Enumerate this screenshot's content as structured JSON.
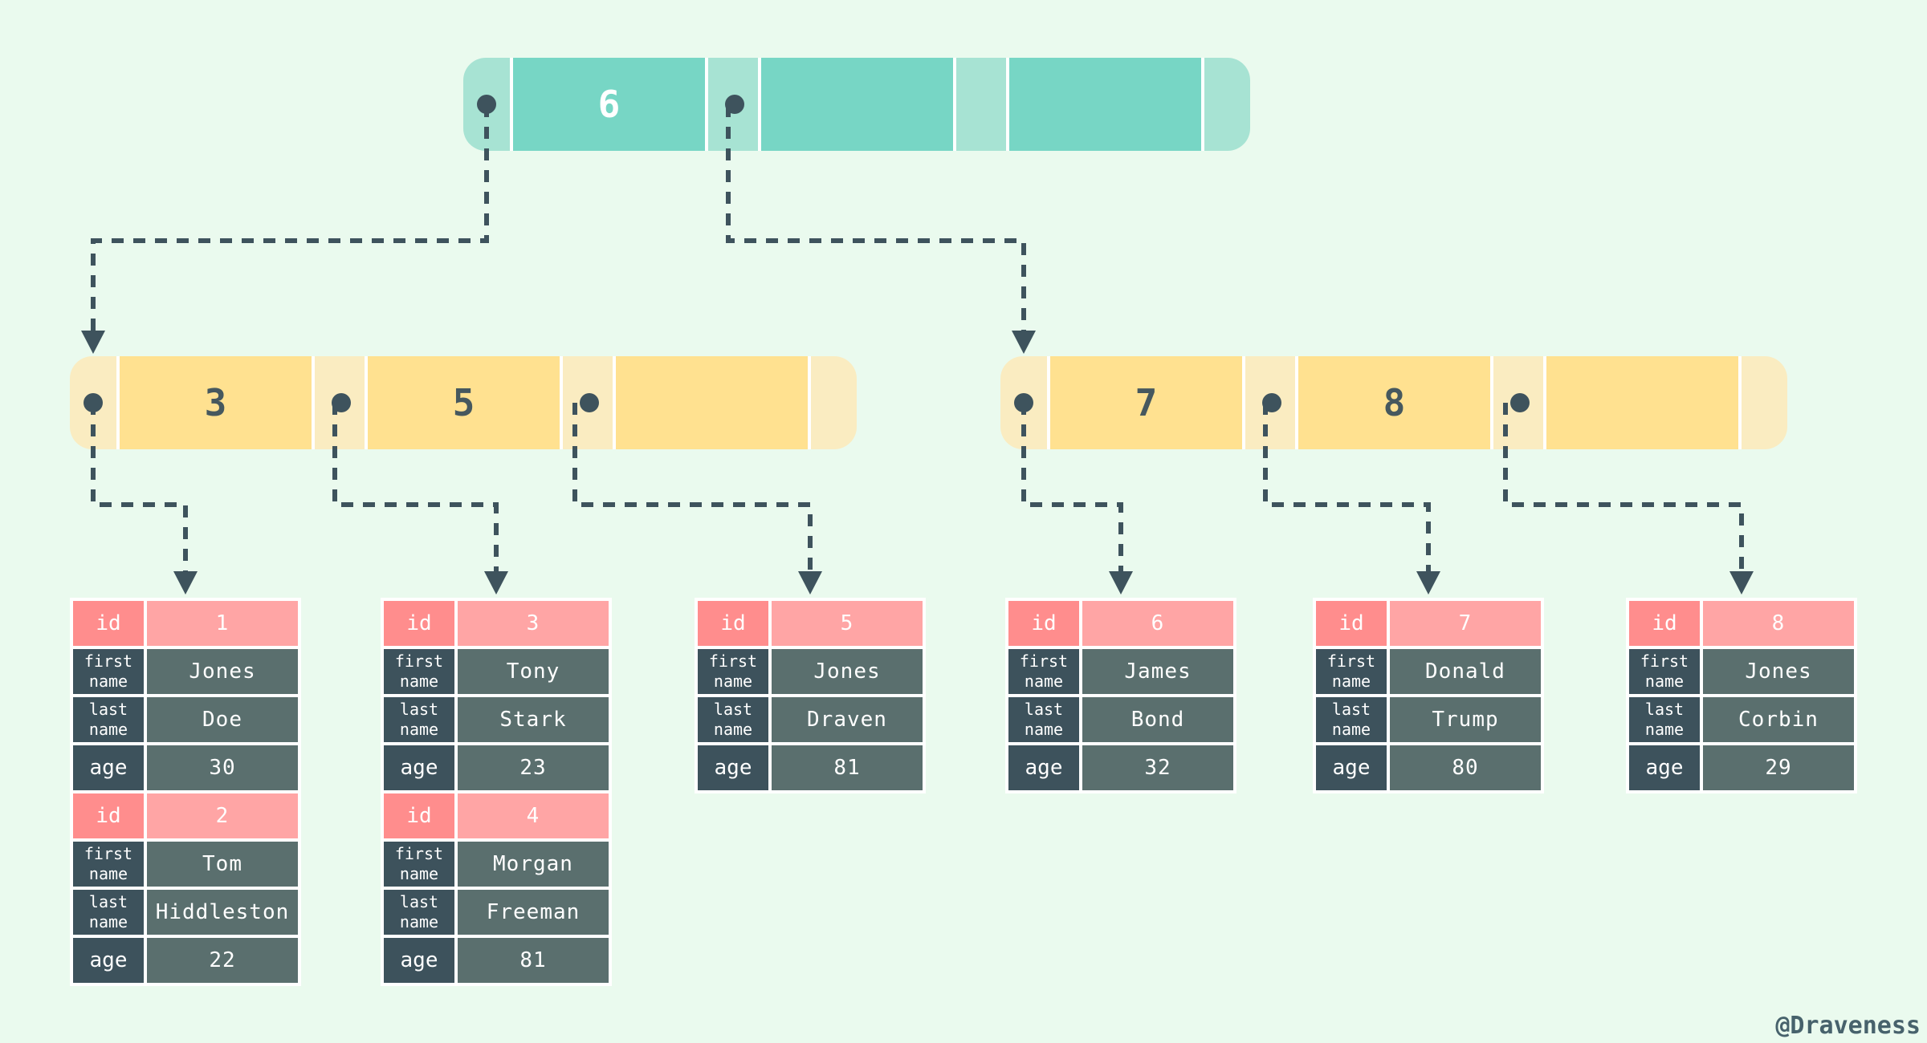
{
  "labels": {
    "id": "id",
    "first_name": "first name",
    "last_name": "last name",
    "age": "age"
  },
  "tree": {
    "root": {
      "keys": [
        "6",
        "",
        ""
      ]
    },
    "internal_left": {
      "keys": [
        "3",
        "5",
        ""
      ]
    },
    "internal_right": {
      "keys": [
        "7",
        "8",
        ""
      ]
    }
  },
  "tables": [
    {
      "records": [
        {
          "id": "1",
          "first_name": "Jones",
          "last_name": "Doe",
          "age": "30"
        },
        {
          "id": "2",
          "first_name": "Tom",
          "last_name": "Hiddleston",
          "age": "22"
        }
      ]
    },
    {
      "records": [
        {
          "id": "3",
          "first_name": "Tony",
          "last_name": "Stark",
          "age": "23"
        },
        {
          "id": "4",
          "first_name": "Morgan",
          "last_name": "Freeman",
          "age": "81"
        }
      ]
    },
    {
      "records": [
        {
          "id": "5",
          "first_name": "Jones",
          "last_name": "Draven",
          "age": "81"
        }
      ]
    },
    {
      "records": [
        {
          "id": "6",
          "first_name": "James",
          "last_name": "Bond",
          "age": "32"
        }
      ]
    },
    {
      "records": [
        {
          "id": "7",
          "first_name": "Donald",
          "last_name": "Trump",
          "age": "80"
        }
      ]
    },
    {
      "records": [
        {
          "id": "8",
          "first_name": "Jones",
          "last_name": "Corbin",
          "age": "29"
        }
      ]
    }
  ],
  "watermark": "@Draveness",
  "colors": {
    "background": "#EAFAEE",
    "teal_key": "#77D6C5",
    "teal_pointer": "#A7E3D3",
    "yellow_key": "#FFE190",
    "yellow_pointer": "#FAECC1",
    "pink_label": "#FF8D8D",
    "pink_value": "#FFA5A5",
    "dark_label": "#3D525C",
    "dark_value": "#5A6F6E",
    "line": "#3E535D"
  }
}
